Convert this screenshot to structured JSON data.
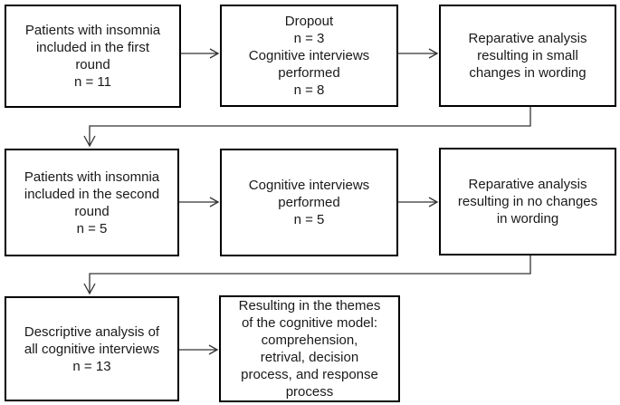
{
  "diagram": {
    "type": "flowchart",
    "colors": {
      "background": "#ffffff",
      "box_border": "#000000",
      "connector": "#333333",
      "text": "#1a1a1a"
    },
    "boxes": [
      {
        "id": "patients-first-round",
        "text": "Patients with insomnia\nincluded in the first\nround\nn = 11"
      },
      {
        "id": "dropout-and-interviews-first",
        "text": "Dropout\nn = 3\nCognitive interviews\nperformed\nn = 8"
      },
      {
        "id": "reparative-analysis-small-changes",
        "text": "Reparative analysis\nresulting in small\nchanges in wording"
      },
      {
        "id": "patients-second-round",
        "text": "Patients with insomnia\nincluded in the second\nround\nn = 5"
      },
      {
        "id": "interviews-second-round",
        "text": "Cognitive interviews\nperformed\nn = 5"
      },
      {
        "id": "reparative-analysis-no-changes",
        "text": "Reparative analysis\nresulting in no changes\nin wording"
      },
      {
        "id": "descriptive-analysis-all",
        "text": "Descriptive analysis of\nall cognitive interviews\nn = 13"
      },
      {
        "id": "cognitive-model-themes",
        "text": "Resulting in the themes\nof the cognitive model:\ncomprehension,\nretrival, decision\nprocess, and response\nprocess"
      }
    ],
    "connections": [
      {
        "from": "patients-first-round",
        "to": "dropout-and-interviews-first"
      },
      {
        "from": "dropout-and-interviews-first",
        "to": "reparative-analysis-small-changes"
      },
      {
        "from": "reparative-analysis-small-changes",
        "to": "patients-second-round"
      },
      {
        "from": "patients-second-round",
        "to": "interviews-second-round"
      },
      {
        "from": "interviews-second-round",
        "to": "reparative-analysis-no-changes"
      },
      {
        "from": "reparative-analysis-no-changes",
        "to": "descriptive-analysis-all"
      },
      {
        "from": "descriptive-analysis-all",
        "to": "cognitive-model-themes"
      }
    ]
  }
}
